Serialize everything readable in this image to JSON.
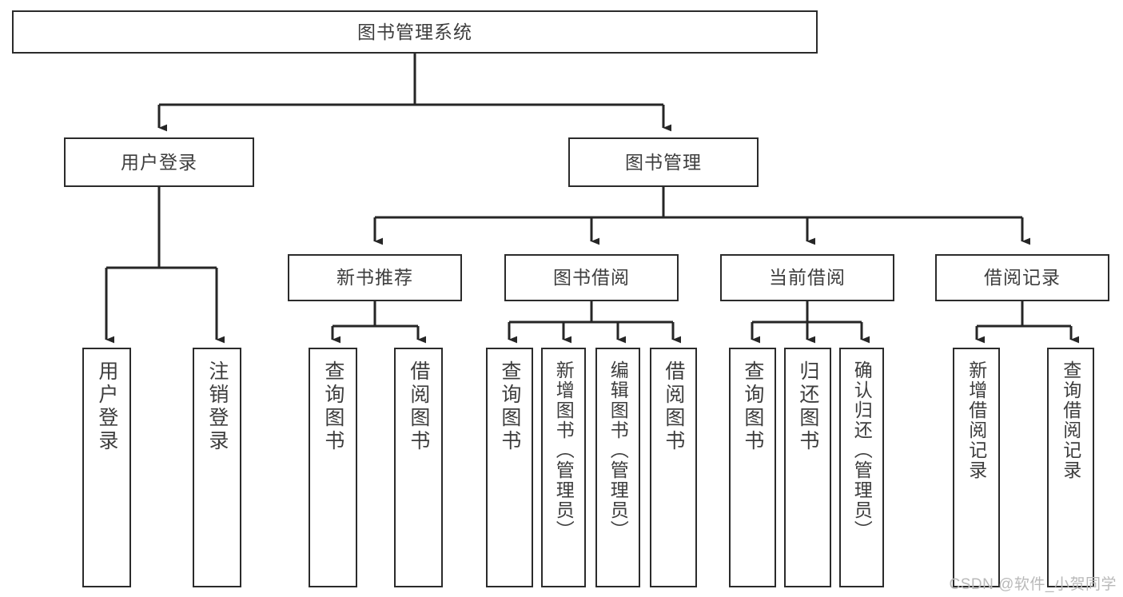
{
  "diagram": {
    "title": "图书管理系统",
    "type": "tree",
    "watermark": "CSDN @软件_小贺同学",
    "colors": {
      "box_border": "#2b2b2b",
      "box_fill": "#ffffff",
      "text": "#3d3d3d",
      "connector": "#262626",
      "watermark": "#b9b9b9",
      "background": "#ffffff"
    },
    "levels": [
      {
        "level": 1,
        "nodes": [
          {
            "id": "root",
            "label": "图书管理系统",
            "orientation": "horizontal"
          }
        ]
      },
      {
        "level": 2,
        "nodes": [
          {
            "id": "login",
            "label": "用户登录",
            "orientation": "horizontal",
            "parent": "root"
          },
          {
            "id": "bookmgmt",
            "label": "图书管理",
            "orientation": "horizontal",
            "parent": "root"
          }
        ]
      },
      {
        "level": 3,
        "nodes": [
          {
            "id": "newbook",
            "label": "新书推荐",
            "orientation": "horizontal",
            "parent": "bookmgmt"
          },
          {
            "id": "borrow",
            "label": "图书借阅",
            "orientation": "horizontal",
            "parent": "bookmgmt"
          },
          {
            "id": "current",
            "label": "当前借阅",
            "orientation": "horizontal",
            "parent": "bookmgmt"
          },
          {
            "id": "records",
            "label": "借阅记录",
            "orientation": "horizontal",
            "parent": "bookmgmt"
          }
        ]
      },
      {
        "level": 4,
        "nodes": [
          {
            "id": "leaf1",
            "label": "用户登录",
            "orientation": "vertical",
            "parent": "login"
          },
          {
            "id": "leaf2",
            "label": "注销登录",
            "orientation": "vertical",
            "parent": "login"
          },
          {
            "id": "leaf3",
            "label": "查询图书",
            "orientation": "vertical",
            "parent": "newbook"
          },
          {
            "id": "leaf4",
            "label": "借阅图书",
            "orientation": "vertical",
            "parent": "newbook"
          },
          {
            "id": "leaf5",
            "label": "查询图书",
            "orientation": "vertical",
            "parent": "borrow"
          },
          {
            "id": "leaf6",
            "label": "新增图书（管理员）",
            "orientation": "vertical",
            "parent": "borrow"
          },
          {
            "id": "leaf7",
            "label": "编辑图书（管理员）",
            "orientation": "vertical",
            "parent": "borrow"
          },
          {
            "id": "leaf8",
            "label": "借阅图书",
            "orientation": "vertical",
            "parent": "borrow"
          },
          {
            "id": "leaf9",
            "label": "查询图书",
            "orientation": "vertical",
            "parent": "current"
          },
          {
            "id": "leaf10",
            "label": "归还图书",
            "orientation": "vertical",
            "parent": "current"
          },
          {
            "id": "leaf11",
            "label": "确认归还（管理员）",
            "orientation": "vertical",
            "parent": "current"
          },
          {
            "id": "leaf12",
            "label": "新增借阅记录",
            "orientation": "vertical",
            "parent": "records"
          },
          {
            "id": "leaf13",
            "label": "查询借阅记录",
            "orientation": "vertical",
            "parent": "records"
          }
        ]
      }
    ]
  }
}
